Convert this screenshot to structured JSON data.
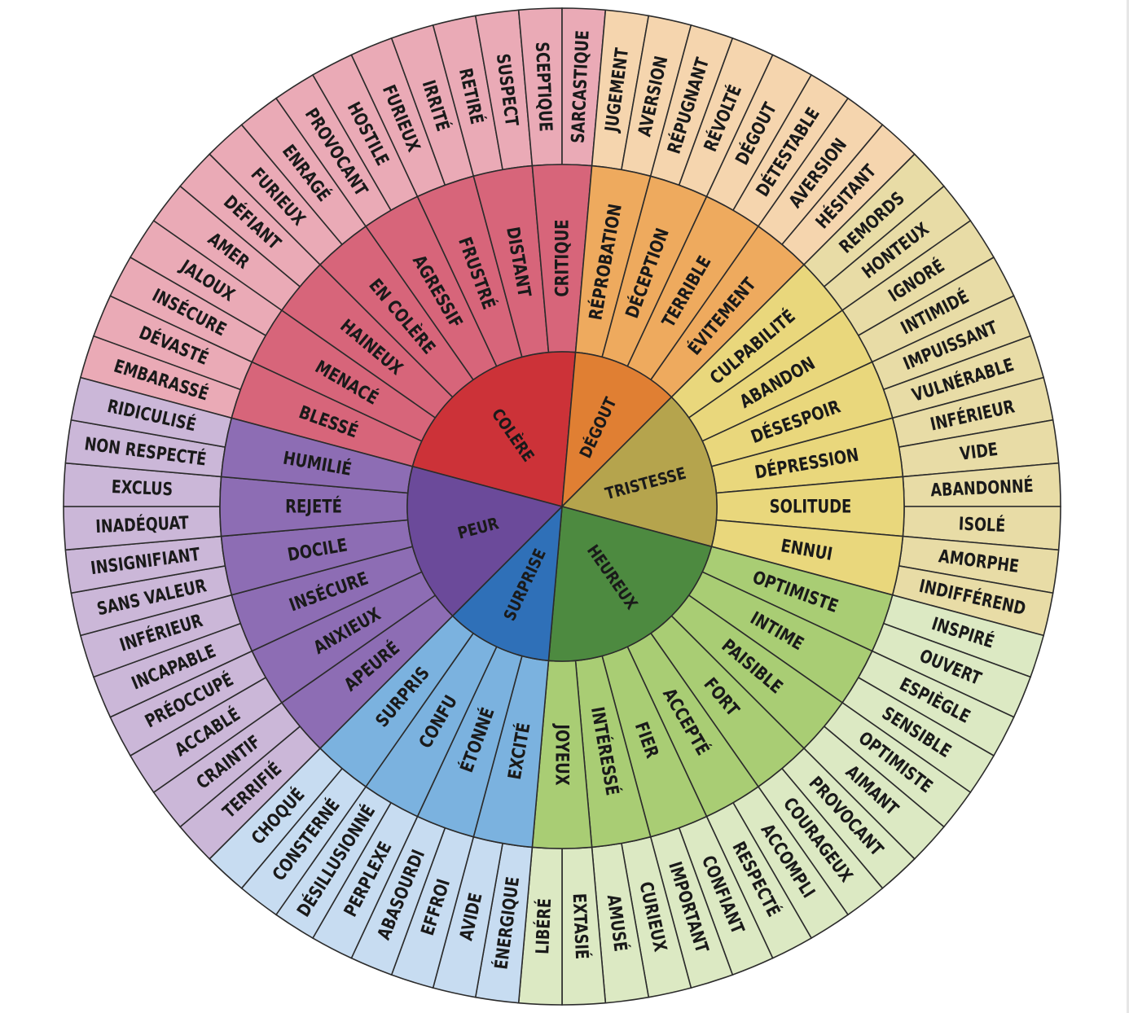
{
  "wheel": {
    "groups": [
      {
        "label": "COLÈRE",
        "inner_color": "#cc3238",
        "mid_color": "#d7657a",
        "outer_color": "#eaaab6",
        "mid": [
          {
            "label": "BLESSÉ",
            "outer": [
              "EMBARASSÉ",
              "DÉVASTÉ"
            ]
          },
          {
            "label": "MENACÉ",
            "outer": [
              "INSÉCURE",
              "JALOUX"
            ]
          },
          {
            "label": "HAINEUX",
            "outer": [
              "AMER",
              "DÉFIANT"
            ]
          },
          {
            "label": "EN COLÈRE",
            "outer": [
              "FURIEUX",
              "ENRAGÉ"
            ]
          },
          {
            "label": "AGRESSIF",
            "outer": [
              "PROVOCANT",
              "HOSTILE"
            ]
          },
          {
            "label": "FRUSTRÉ",
            "outer": [
              "FURIEUX",
              "IRRITÉ"
            ]
          },
          {
            "label": "DISTANT",
            "outer": [
              "RETIRÉ",
              "SUSPECT"
            ]
          },
          {
            "label": "CRITIQUE",
            "outer": [
              "SCEPTIQUE",
              "SARCASTIQUE"
            ]
          }
        ]
      },
      {
        "label": "DÉGOUT",
        "inner_color": "#e07f33",
        "mid_color": "#eeaa5e",
        "outer_color": "#f5d5ae",
        "mid": [
          {
            "label": "RÉPROBATION",
            "outer": [
              "JUGEMENT",
              "AVERSION"
            ]
          },
          {
            "label": "DÉCEPTION",
            "outer": [
              "RÉPUGNANT",
              "RÉVOLTÉ"
            ]
          },
          {
            "label": "TERRIBLE",
            "outer": [
              "DÉGOUT",
              "DÉTESTABLE"
            ]
          },
          {
            "label": "ÉVITEMENT",
            "outer": [
              "AVERSION",
              "HÉSITANT"
            ]
          }
        ]
      },
      {
        "label": "TRISTESSE",
        "inner_color": "#b5a44d",
        "mid_color": "#e9d77c",
        "outer_color": "#e8dca6",
        "mid": [
          {
            "label": "CULPABILITÉ",
            "outer": [
              "REMORDS",
              "HONTEUX"
            ]
          },
          {
            "label": "ABANDON",
            "outer": [
              "IGNORÉ",
              "INTIMIDÉ"
            ]
          },
          {
            "label": "DÉSESPOIR",
            "outer": [
              "IMPUISSANT",
              "VULNÉRABLE"
            ]
          },
          {
            "label": "DÉPRESSION",
            "outer": [
              "INFÉRIEUR",
              "VIDE"
            ]
          },
          {
            "label": "SOLITUDE",
            "outer": [
              "ABANDONNÉ",
              "ISOLÉ"
            ]
          },
          {
            "label": "ENNUI",
            "outer": [
              "AMORPHE",
              "INDIFFÉREND"
            ]
          }
        ]
      },
      {
        "label": "HEUREUX",
        "inner_color": "#4d8a40",
        "mid_color": "#a9cd74",
        "outer_color": "#dce9c3",
        "mid": [
          {
            "label": "OPTIMISTE",
            "outer": [
              "INSPIRÉ",
              "OUVERT"
            ]
          },
          {
            "label": "INTIME",
            "outer": [
              "ESPIÈGLE",
              "SENSIBLE"
            ]
          },
          {
            "label": "PAISIBLE",
            "outer": [
              "OPTIMISTE",
              "AIMANT"
            ]
          },
          {
            "label": "FORT",
            "outer": [
              "PROVOCANT",
              "COURAGEUX"
            ]
          },
          {
            "label": "ACCEPTÉ",
            "outer": [
              "ACCOMPLI",
              "RESPECTÉ"
            ]
          },
          {
            "label": "FIER",
            "outer": [
              "CONFIANT",
              "IMPORTANT"
            ]
          },
          {
            "label": "INTÉRESSÉ",
            "outer": [
              "CURIEUX",
              "AMUSÉ"
            ]
          },
          {
            "label": "JOYEUX",
            "outer": [
              "EXTASIÉ",
              "LIBÉRÉ"
            ]
          }
        ]
      },
      {
        "label": "SURPRISE",
        "inner_color": "#2f70b8",
        "mid_color": "#7bb2df",
        "outer_color": "#c7dcf1",
        "mid": [
          {
            "label": "EXCITÉ",
            "outer": [
              "ÉNERGIQUE",
              "AVIDE"
            ]
          },
          {
            "label": "ÉTONNÉ",
            "outer": [
              "EFFROI",
              "ABASOURDI"
            ]
          },
          {
            "label": "CONFU",
            "outer": [
              "PERPLEXE",
              "DÉSILLUSIONNÉ"
            ]
          },
          {
            "label": "SURPRIS",
            "outer": [
              "CONSTERNÉ",
              "CHOQUÉ"
            ]
          }
        ]
      },
      {
        "label": "PEUR",
        "inner_color": "#6b4a9a",
        "mid_color": "#8d6db4",
        "outer_color": "#cbb7d8",
        "mid": [
          {
            "label": "APEURÉ",
            "outer": [
              "TERRIFIÉ",
              "CRAINTIF"
            ]
          },
          {
            "label": "ANXIEUX",
            "outer": [
              "ACCABLÉ",
              "PRÉOCCUPÉ"
            ]
          },
          {
            "label": "INSÉCURE",
            "outer": [
              "INCAPABLE",
              "INFÉRIEUR"
            ]
          },
          {
            "label": "DOCILE",
            "outer": [
              "SANS VALEUR",
              "INSIGNIFIANT"
            ]
          },
          {
            "label": "REJETÉ",
            "outer": [
              "INADÉQUAT",
              "EXCLUS"
            ]
          },
          {
            "label": "HUMILIÉ",
            "outer": [
              "NON RESPECTÉ",
              "RIDICULISÉ"
            ]
          }
        ]
      }
    ]
  }
}
